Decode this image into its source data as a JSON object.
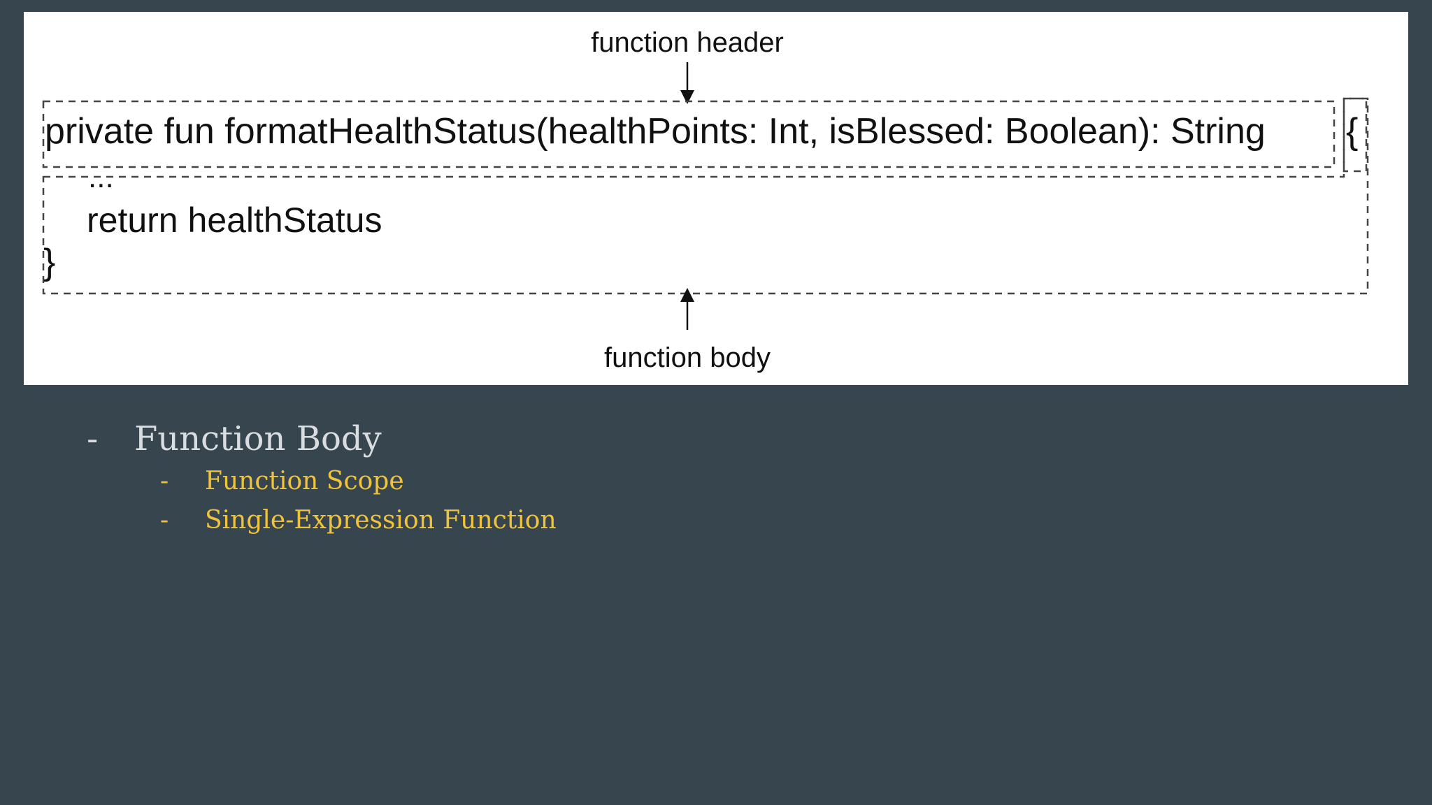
{
  "diagram": {
    "header_label": "function header",
    "code_line_1": "private fun formatHealthStatus(healthPoints: Int, isBlessed: Boolean): String",
    "open_brace": "{",
    "ellipsis": "...",
    "code_line_2": "return healthStatus",
    "close_brace": "}",
    "body_label": "function body"
  },
  "bullets": {
    "main": {
      "dash": "-",
      "label": "Function Body"
    },
    "sub": [
      {
        "dash": "-",
        "label": "Function Scope"
      },
      {
        "dash": "-",
        "label": "Single-Expression Function"
      }
    ]
  },
  "colors": {
    "background": "#37454f",
    "primary_text": "#d9dde0",
    "accent_text": "#f0c33c",
    "diagram_background": "#ffffff"
  }
}
